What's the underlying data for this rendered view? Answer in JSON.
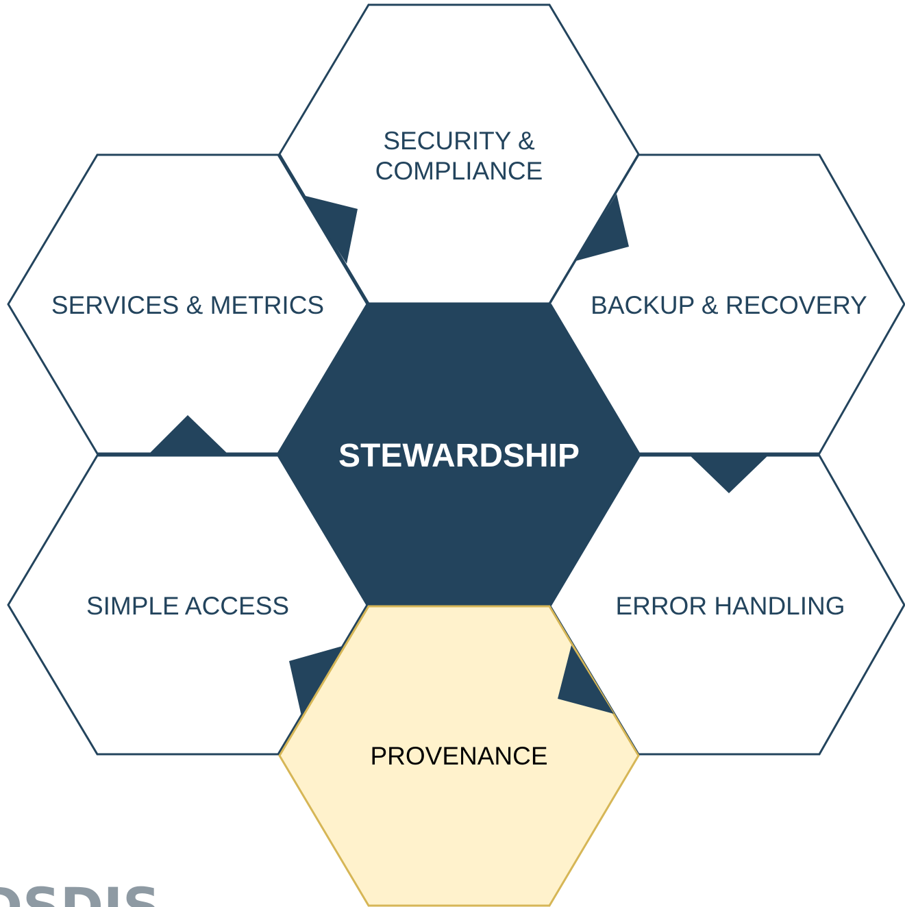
{
  "diagram": {
    "center": {
      "label": "STEWARDSHIP"
    },
    "hexagons": {
      "top": {
        "line1": "SECURITY &",
        "line2": "COMPLIANCE"
      },
      "upper_left": {
        "label": "SERVICES & METRICS"
      },
      "upper_right": {
        "label": "BACKUP & RECOVERY"
      },
      "lower_left": {
        "label": "SIMPLE ACCESS"
      },
      "lower_right": {
        "label": "ERROR HANDLING"
      },
      "bottom": {
        "label": "PROVENANCE"
      }
    },
    "logo": {
      "text": "DSDIS"
    },
    "colors": {
      "center_fill": "#23445d",
      "outline": "#23445d",
      "highlight_fill": "#fff2cc",
      "highlight_stroke": "#d6b656",
      "logo": "#8e9aa3"
    }
  }
}
